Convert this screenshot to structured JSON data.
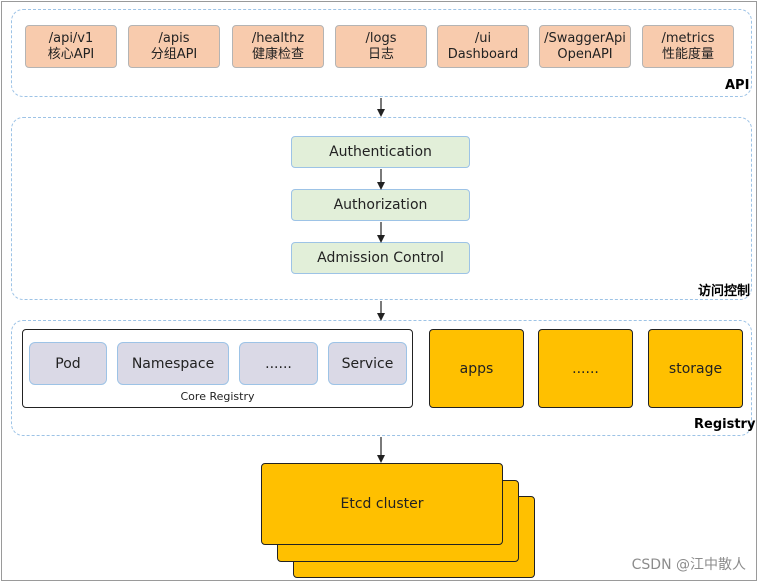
{
  "api": {
    "label": "API",
    "items": [
      {
        "path": "/api/v1",
        "desc": "核心API"
      },
      {
        "path": "/apis",
        "desc": "分组API"
      },
      {
        "path": "/healthz",
        "desc": "健康检查"
      },
      {
        "path": "/logs",
        "desc": "日志"
      },
      {
        "path": "/ui",
        "desc": "Dashboard"
      },
      {
        "path": "/SwaggerApi",
        "desc": "OpenAPI"
      },
      {
        "path": "/metrics",
        "desc": "性能度量"
      }
    ]
  },
  "access": {
    "label": "访问控制",
    "steps": [
      "Authentication",
      "Authorization",
      "Admission Control"
    ]
  },
  "registry": {
    "label": "Registry",
    "core": {
      "label": "Core Registry",
      "items": [
        "Pod",
        "Namespace",
        "......",
        "Service"
      ]
    },
    "groups": [
      "apps",
      "......",
      "storage"
    ]
  },
  "etcd": {
    "label": "Etcd cluster"
  },
  "watermark": "CSDN @江中散人",
  "colors": {
    "api_box": "#f8cbad",
    "step_box": "#e2efd9",
    "core_item": "#dad9e6",
    "registry_box": "#ffc000",
    "etcd": "#ffc000",
    "group_border": "#9dc3e6"
  }
}
